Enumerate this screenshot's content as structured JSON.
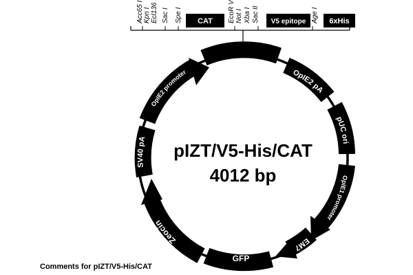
{
  "plasmid": {
    "name": "pIZT/V5-His/CAT",
    "size": "4012 bp"
  },
  "mcs": {
    "sites": [
      "Acc65 I",
      "Kpn I",
      "Ecl136 II",
      "Sac I",
      "Spe I",
      "EcoR V",
      "Not I",
      "Xba I",
      "Sac II",
      "Age I"
    ],
    "boxes": [
      "CAT",
      "V5 epitope",
      "6xHis"
    ]
  },
  "features": [
    {
      "name": "OpIE2 promoter"
    },
    {
      "name": "OpIE2 pA"
    },
    {
      "name": "pUC ori"
    },
    {
      "name": "OpIE1 promoter"
    },
    {
      "name": "EM7"
    },
    {
      "name": "GFP"
    },
    {
      "name": "Zeocin"
    },
    {
      "name": "SV40 pA"
    }
  ],
  "footer": {
    "comments": "Comments for pIZT/V5-His/CAT"
  },
  "colors": {
    "ring": "#000000",
    "text_on_dark": "#ffffff"
  }
}
